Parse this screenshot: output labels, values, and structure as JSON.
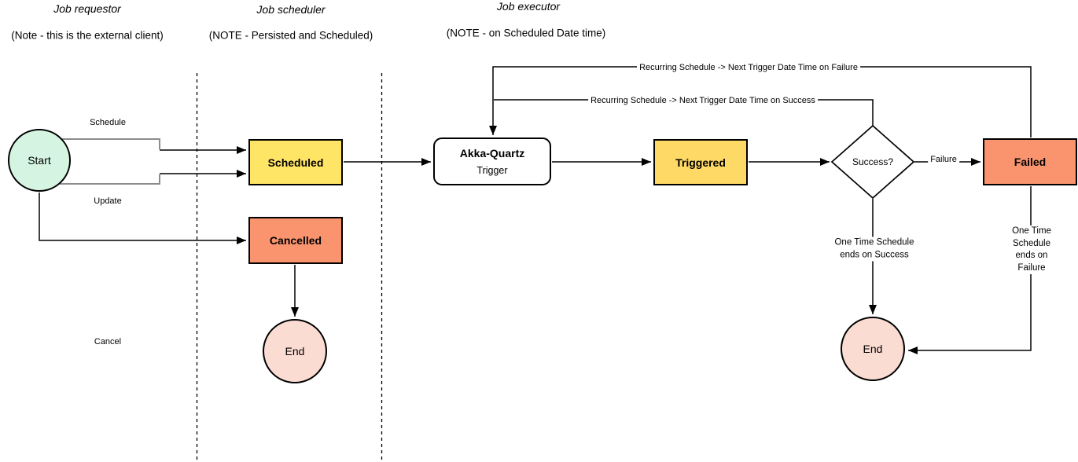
{
  "diagram": {
    "lanes": [
      {
        "title": "Job requestor",
        "note": "(Note - this is the external client)"
      },
      {
        "title": "Job scheduler",
        "note": "(NOTE - Persisted and Scheduled)"
      },
      {
        "title": "Job executor",
        "note": "(NOTE - on Scheduled Date time)"
      }
    ],
    "nodes": {
      "start": {
        "label": "Start"
      },
      "scheduled": {
        "label": "Scheduled"
      },
      "cancelled": {
        "label": "Cancelled"
      },
      "end_left": {
        "label": "End"
      },
      "akka": {
        "title": "Akka-Quartz",
        "subtitle": "Trigger"
      },
      "triggered": {
        "label": "Triggered"
      },
      "decision": {
        "label": "Success?"
      },
      "failed": {
        "label": "Failed"
      },
      "end_right": {
        "label": "End"
      }
    },
    "edge_labels": {
      "schedule": "Schedule",
      "update": "Update",
      "cancel": "Cancel",
      "failure": "Failure",
      "recurring_failure": "Recurring Schedule -> Next Trigger Date Time on Failure",
      "recurring_success": "Recurring Schedule -> Next Trigger Date Time on Success",
      "one_time_success": "One Time Schedule\nends on Success",
      "one_time_failure": "One Time Schedule\nends on Failure"
    },
    "colors": {
      "stroke": "#000000",
      "connector_gray": "#8c8c8c",
      "start_fill": "#d5f5e2",
      "scheduled_fill": "#ffe566",
      "triggered_fill": "#ffd966",
      "cancelled_fill": "#f9946f",
      "failed_fill": "#f9946f",
      "end_fill": "#fbdcd2",
      "akka_fill": "#ffffff"
    }
  }
}
